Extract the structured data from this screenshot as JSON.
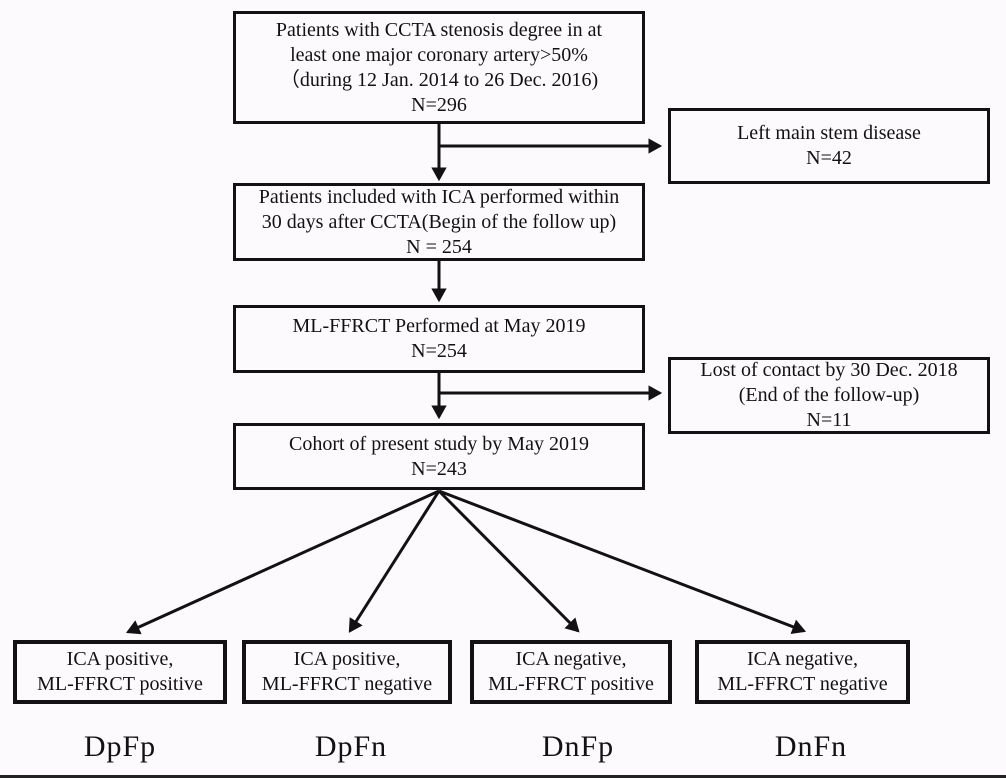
{
  "diagram": {
    "title": "Patient selection flowchart",
    "background": "#fcfafc",
    "ink": "#121212",
    "nodes": {
      "patients_ccta": {
        "lines": [
          "Patients with CCTA stenosis degree in at",
          "least one major coronary artery>50%",
          "（during 12 Jan. 2014 to 26 Dec. 2016)",
          "N=296"
        ]
      },
      "left_main": {
        "lines": [
          "Left main stem disease",
          "N=42"
        ]
      },
      "ica_within_30days": {
        "lines": [
          "Patients included with ICA performed within",
          "30 days after CCTA(Begin of the follow up)",
          "N = 254"
        ]
      },
      "ml_ffrct": {
        "lines": [
          "ML-FFRCT Performed at May 2019",
          "N=254"
        ]
      },
      "lost_contact": {
        "lines": [
          "Lost of contact by 30 Dec. 2018",
          "(End of the follow-up)",
          "N=11"
        ]
      },
      "cohort": {
        "lines": [
          "Cohort of present study by May 2019",
          "N=243"
        ]
      },
      "dpfp": {
        "lines": [
          "ICA positive,",
          "ML-FFRCT positive"
        ]
      },
      "dpfn": {
        "lines": [
          "ICA positive,",
          "ML-FFRCT negative"
        ]
      },
      "dnfp": {
        "lines": [
          "ICA negative,",
          "ML-FFRCT positive"
        ]
      },
      "dnfn": {
        "lines": [
          "ICA negative,",
          "ML-FFRCT negative"
        ]
      }
    },
    "labels": {
      "dpfp": "DpFp",
      "dpfn": "DpFn",
      "dnfp": "DnFp",
      "dnfn": "DnFn"
    }
  }
}
